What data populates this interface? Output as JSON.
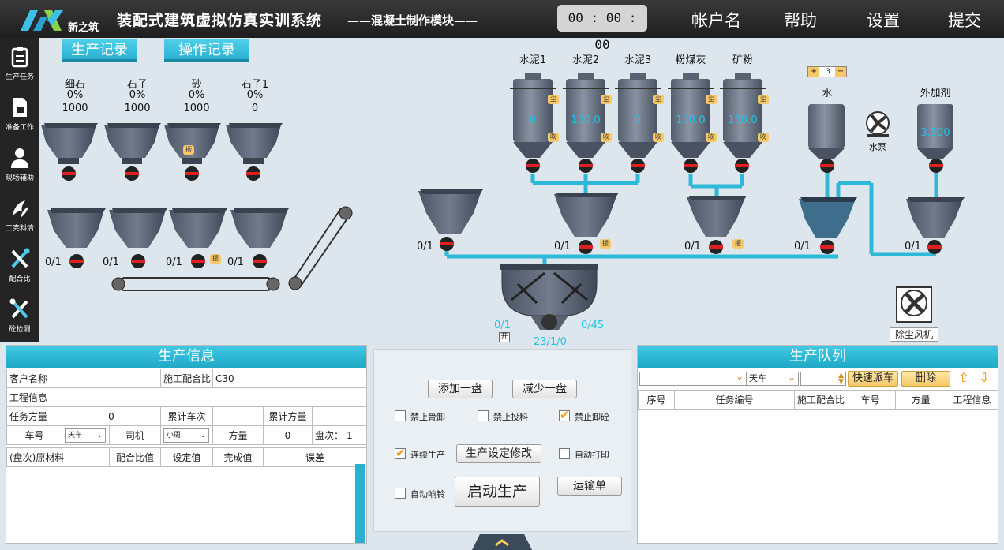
{
  "header": {
    "logo_text": "新之筑",
    "title": "装配式建筑虚拟仿真实训系统",
    "module": "——混凝土制作模块——",
    "timer": "00 : 00 : 00",
    "nav": [
      "帐户名",
      "帮助",
      "设置",
      "提交"
    ]
  },
  "sidebar": {
    "items": [
      {
        "label": "生产任务",
        "icon": "clipboard-icon"
      },
      {
        "label": "准备工作",
        "icon": "document-icon"
      },
      {
        "label": "现场辅助",
        "icon": "person-icon"
      },
      {
        "label": "工完料清",
        "icon": "broom-icon"
      },
      {
        "label": "配合比",
        "icon": "tools-icon"
      },
      {
        "label": "砼检测",
        "icon": "wrench-icon"
      }
    ]
  },
  "tabs": {
    "production_record": "生产记录",
    "operation_record": "操作记录"
  },
  "aggregates": [
    {
      "name": "细石",
      "pct": "0%",
      "amount": "1000",
      "ratio": "0/1"
    },
    {
      "name": "石子",
      "pct": "0%",
      "amount": "1000",
      "ratio": "0/1"
    },
    {
      "name": "砂",
      "pct": "0%",
      "amount": "1000",
      "ratio": "0/1"
    },
    {
      "name": "石子1",
      "pct": "0%",
      "amount": "0",
      "ratio": "0/1"
    }
  ],
  "badges": {
    "vibrate": "振",
    "dust": "尘",
    "blow": "吹",
    "open": "开"
  },
  "silos": [
    {
      "name": "水泥1",
      "value": "0"
    },
    {
      "name": "水泥2",
      "value": "150.0"
    },
    {
      "name": "水泥3",
      "value": "0"
    },
    {
      "name": "粉煤灰",
      "value": "100.0"
    },
    {
      "name": "矿粉",
      "value": "150.0"
    }
  ],
  "water": {
    "name": "水",
    "stepper": "3",
    "plus": "+",
    "minus": "−"
  },
  "pump": {
    "label": "水泵"
  },
  "additive": {
    "name": "外加剂",
    "value": "3.500"
  },
  "scale_ratios": [
    "0/1",
    "0/1",
    "0/1",
    "0/1",
    "0/1"
  ],
  "mixer": {
    "left": "0/1",
    "right": "0/45",
    "bottom": "23/1/0"
  },
  "dust_fan": {
    "label": "除尘风机"
  },
  "production_info": {
    "title": "生产信息",
    "customer_label": "客户名称",
    "mix_label": "施工配合比",
    "mix_value": "C30",
    "project_label": "工程信息",
    "task_qty_label": "任务方量",
    "task_qty_value": "0",
    "cum_trips_label": "累计车次",
    "cum_qty_label": "累计方量",
    "truck_label": "车号",
    "truck_value": "天车",
    "driver_label": "司机",
    "driver_value": "小周",
    "qty_label": "方量",
    "qty_value": "0",
    "batch_label": "盘次：",
    "batch_value": "1",
    "columns": [
      "(盘次)原材料",
      "配合比值",
      "设定值",
      "完成值",
      "误差"
    ]
  },
  "controls": {
    "add_batch": "添加一盘",
    "remove_batch": "减少一盘",
    "no_unload_aggregate": "禁止骨卸",
    "no_feed": "禁止投料",
    "no_unload_concrete": "禁止卸砼",
    "continuous": "连续生产",
    "modify_settings": "生产设定修改",
    "auto_print": "自动打印",
    "auto_bell": "自动响铃",
    "start": "启动生产",
    "transport": "运输单",
    "checked": {
      "no_unload_concrete": true,
      "continuous": true
    }
  },
  "queue": {
    "title": "生产队列",
    "truck_select": "天车",
    "dispatch": "快速派车",
    "delete": "删除",
    "columns": [
      "序号",
      "任务编号",
      "施工配合比",
      "车号",
      "方量",
      "工程信息"
    ]
  },
  "colors": {
    "accent": "#2ab8d8",
    "pipe": "#2fb9d8",
    "badge": "#f6c866",
    "check": "#f29a1e"
  }
}
